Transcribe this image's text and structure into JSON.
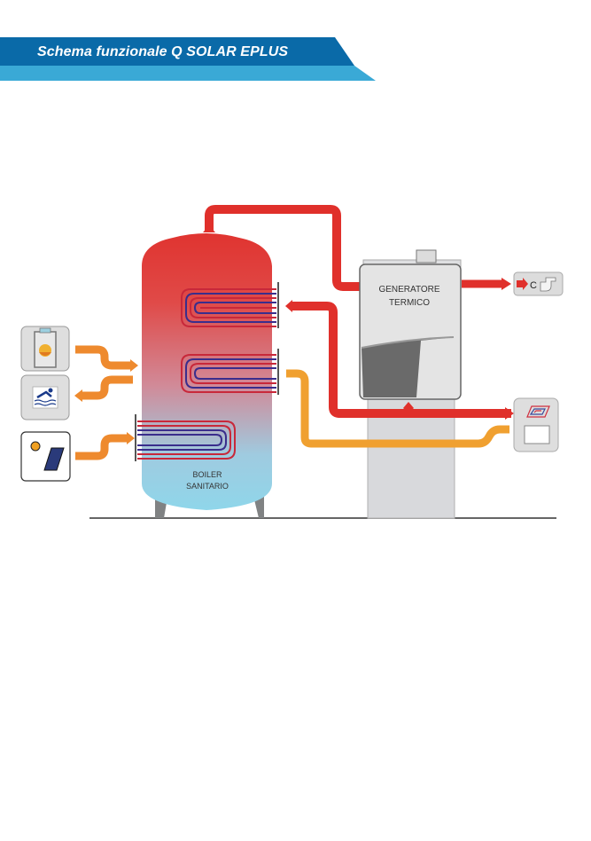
{
  "header": {
    "title": "Schema funzionale Q SOLAR EPLUS",
    "colors": {
      "primary": "#0a6aa8",
      "secondary": "#3aa9d6"
    }
  },
  "diagram": {
    "boiler": {
      "label_line1": "BOILER",
      "label_line2": "SANITARIO",
      "colors": {
        "hot": "#e03430",
        "cold": "#8fd3e8"
      }
    },
    "generator": {
      "label_line1": "GENERATORE",
      "label_line2": "TERMICO"
    },
    "outputs": [
      {
        "name": "domestic-hot-water",
        "icon": "faucet-icon",
        "label": "C"
      },
      {
        "name": "floor-heating-radiator",
        "icon": "radiant-floor-icon"
      }
    ],
    "inputs": [
      {
        "name": "auxiliary-boiler",
        "icon": "boiler-flame-icon"
      },
      {
        "name": "swimming-pool",
        "icon": "swimmer-icon"
      },
      {
        "name": "solar-panel",
        "icon": "solar-panel-icon"
      }
    ],
    "pipe_colors": {
      "hot": "#e0302b",
      "warm": "#f0a030",
      "input": "#ee8a2e"
    }
  }
}
